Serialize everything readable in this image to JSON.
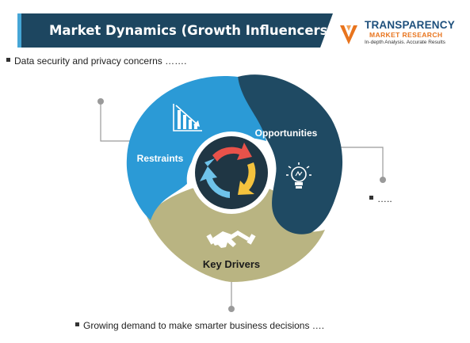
{
  "title": "Market Dynamics (Growth Influencers)",
  "logo": {
    "name": "TRANSPARENCY",
    "subtitle": "MARKET RESEARCH",
    "tagline": "In-depth Analysis. Accurate Results"
  },
  "segments": {
    "restraints": "Restraints",
    "opportunities": "Opportunities",
    "key_drivers": "Key Drivers"
  },
  "bullets": {
    "restraints": "Data security and privacy concerns …….",
    "opportunities": "…..",
    "key_drivers": "Growing demand to make smarter business decisions …."
  },
  "colors": {
    "banner": "#1d4660",
    "restraints": "#2b9ad6",
    "opportunities": "#1f4a63",
    "key_drivers": "#b9b482",
    "center": "#1f3644"
  },
  "icons": {
    "restraints": "declining-chart-icon",
    "opportunities": "light-bulb-icon",
    "key_drivers": "handshake-icon",
    "center": "cycle-arrows-icon"
  }
}
